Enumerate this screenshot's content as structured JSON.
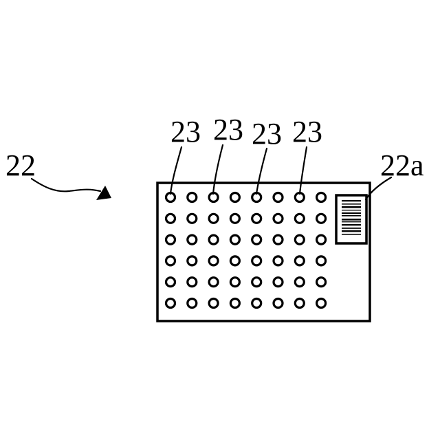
{
  "figure": {
    "labels": {
      "plate": "22",
      "barcode": "22a",
      "wells": [
        "23",
        "23",
        "23",
        "23"
      ]
    },
    "plate": {
      "rows": 6,
      "columns": 8
    },
    "colors": {
      "ink": "#000000",
      "background": "#ffffff"
    }
  }
}
